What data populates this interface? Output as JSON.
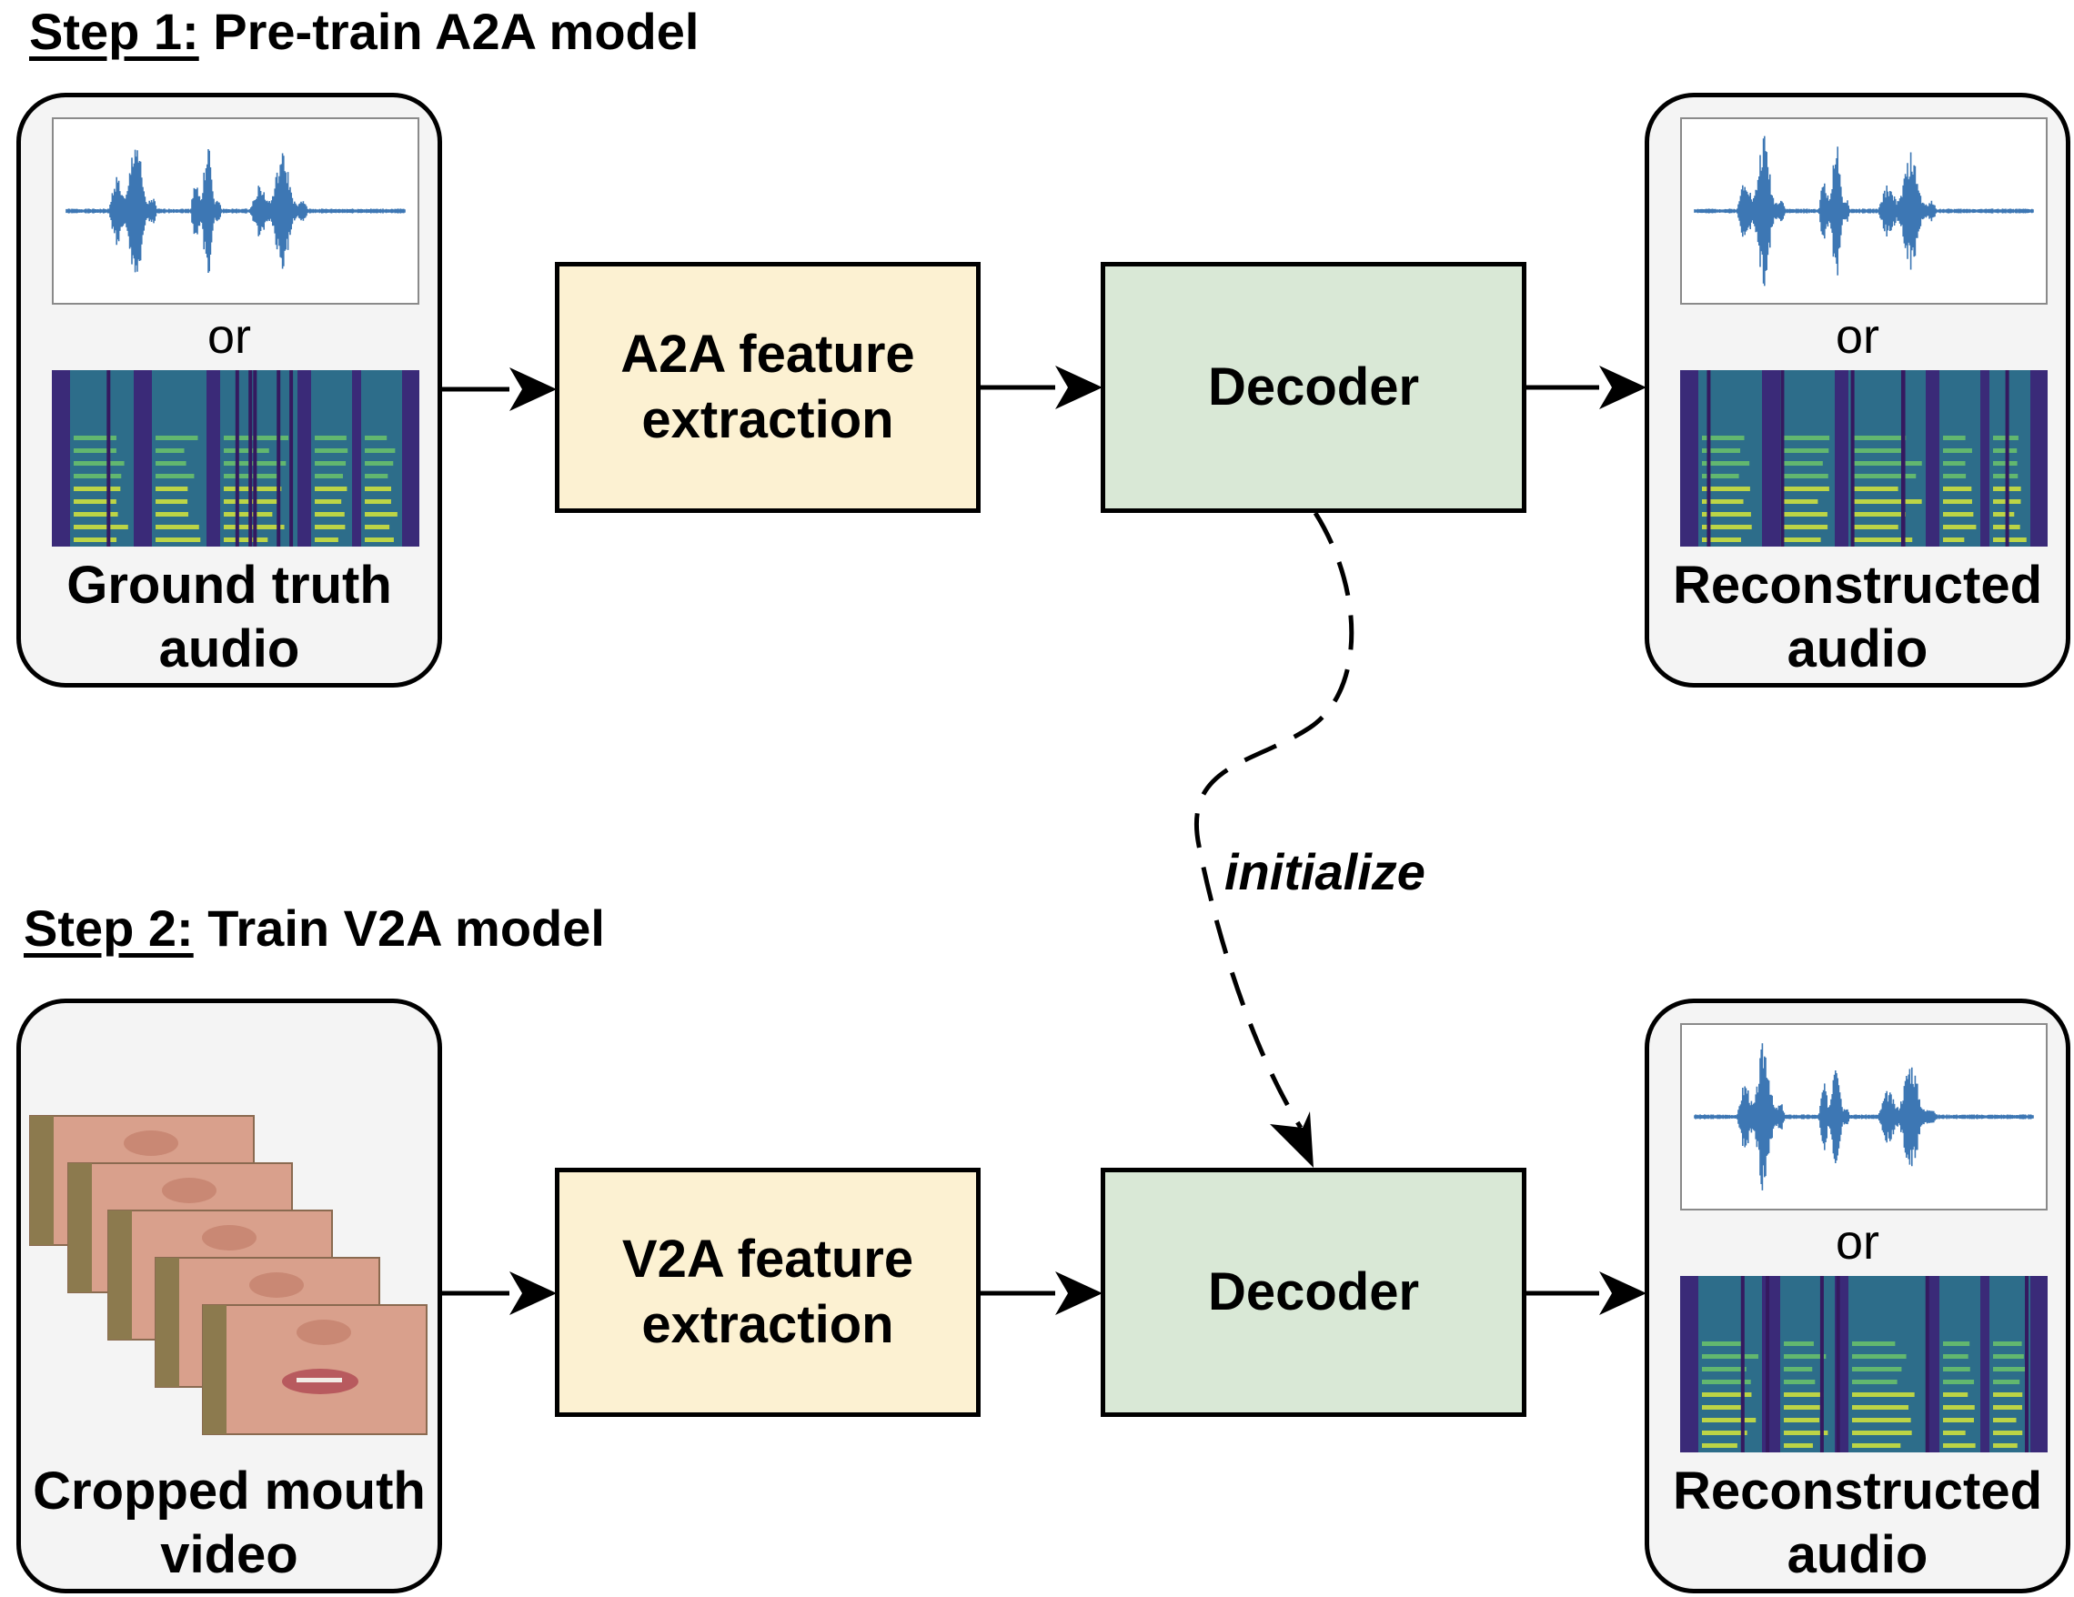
{
  "step1": {
    "step_label": "Step 1:",
    "title": " Pre-train A2A model"
  },
  "step2": {
    "step_label": "Step 2:",
    "title": " Train V2A model"
  },
  "input1": {
    "or": "or",
    "caption_line1": "Ground truth",
    "caption_line2": "audio"
  },
  "output1": {
    "or": "or",
    "caption_line1": "Reconstructed",
    "caption_line2": "audio"
  },
  "input2": {
    "caption_line1": "Cropped mouth",
    "caption_line2": "video"
  },
  "output2": {
    "or": "or",
    "caption_line1": "Reconstructed",
    "caption_line2": "audio"
  },
  "a2a_box": {
    "line1": "A2A feature",
    "line2": "extraction"
  },
  "v2a_box": {
    "line1": "V2A feature",
    "line2": "extraction"
  },
  "decoder1": {
    "label": "Decoder"
  },
  "decoder2": {
    "label": "Decoder"
  },
  "init_label": "initialize",
  "colors": {
    "panel_bg": "#f4f4f4",
    "feature_box": "#fcf1d2",
    "decoder_box": "#d9e8d6",
    "waveform": "#3d77b4",
    "spectrogram_dark": "#35195f",
    "spectrogram_mid": "#2f8b8c",
    "spectrogram_bright": "#d6e63a",
    "face_skin": "#d9a08c"
  },
  "icons": [
    "waveform-image",
    "spectrogram-image",
    "mouth-video-frames"
  ]
}
